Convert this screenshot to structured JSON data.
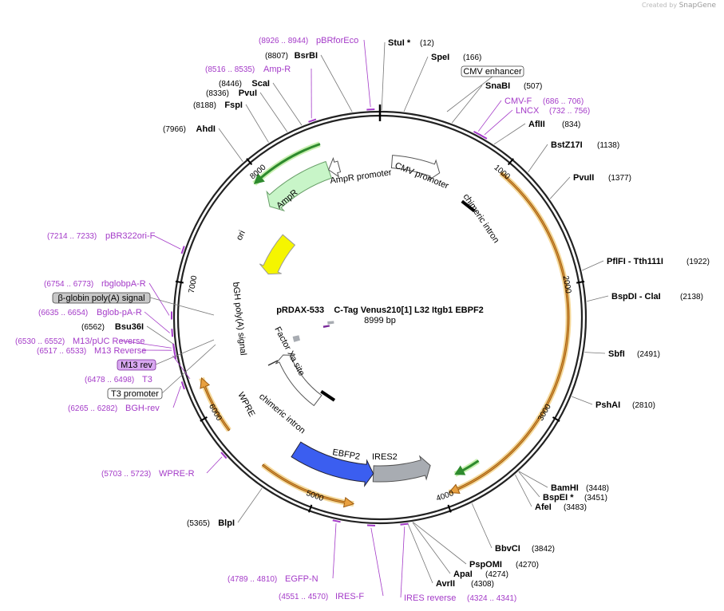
{
  "watermark": {
    "prefix": "Created by",
    "brand": "SnapGene"
  },
  "map": {
    "title": "pRDAX-533    C-Tag Venus210[1] L32 Itgb1 EBPF2",
    "length_label": "8999 bp",
    "total_bp": 8999
  },
  "ticks": [
    {
      "bp": 1000,
      "label": "1000"
    },
    {
      "bp": 2000,
      "label": "2000"
    },
    {
      "bp": 3000,
      "label": "3000"
    },
    {
      "bp": 4000,
      "label": "4000"
    },
    {
      "bp": 5000,
      "label": "5000"
    },
    {
      "bp": 6000,
      "label": "6000"
    },
    {
      "bp": 7000,
      "label": "7000"
    },
    {
      "bp": 8000,
      "label": "8000"
    }
  ],
  "enzymes": [
    {
      "name": "StuI *",
      "pos": "(12)",
      "bp": 12
    },
    {
      "name": "SpeI",
      "pos": "(166)",
      "bp": 166
    },
    {
      "name": "SnaBI",
      "pos": "(507)",
      "bp": 507
    },
    {
      "name": "AflII",
      "pos": "(834)",
      "bp": 834
    },
    {
      "name": "BstZ17I",
      "pos": "(1138)",
      "bp": 1138
    },
    {
      "name": "PvuII",
      "pos": "(1377)",
      "bp": 1377
    },
    {
      "name": "PflFI  - Tth111I",
      "pos": "(1922)",
      "bp": 1922
    },
    {
      "name": "BspDI  - ClaI",
      "pos": "(2138)",
      "bp": 2138
    },
    {
      "name": "SbfI",
      "pos": "(2491)",
      "bp": 2491
    },
    {
      "name": "PshAI",
      "pos": "(2810)",
      "bp": 2810
    },
    {
      "name": "BamHI",
      "pos": "(3448)",
      "bp": 3448
    },
    {
      "name": "BspEI *",
      "pos": "(3451)",
      "bp": 3451
    },
    {
      "name": "AfeI",
      "pos": "(3483)",
      "bp": 3483
    },
    {
      "name": "BbvCI",
      "pos": "(3842)",
      "bp": 3842
    },
    {
      "name": "PspOMI",
      "pos": "(4270)",
      "bp": 4270
    },
    {
      "name": "ApaI",
      "pos": "(4274)",
      "bp": 4274
    },
    {
      "name": "AvrII",
      "pos": "(4308)",
      "bp": 4308
    },
    {
      "name": "BlpI",
      "pos": "(5365)",
      "bp": 5365
    },
    {
      "name": "Bsu36I",
      "pos": "(6562)",
      "bp": 6562
    },
    {
      "name": "AhdI",
      "pos": "(7966)",
      "bp": 7966
    },
    {
      "name": "FspI",
      "pos": "(8188)",
      "bp": 8188
    },
    {
      "name": "PvuI",
      "pos": "(8336)",
      "bp": 8336
    },
    {
      "name": "ScaI",
      "pos": "(8446)",
      "bp": 8446
    },
    {
      "name": "BsrBI",
      "pos": "(8807)",
      "bp": 8807
    }
  ],
  "primers": [
    {
      "name": "pBRforEco",
      "pos": "(8926 .. 8944)",
      "bp": 8935
    },
    {
      "name": "Amp-R",
      "pos": "(8516 .. 8535)",
      "bp": 8525
    },
    {
      "name": "CMV-F",
      "pos": "(686 .. 706)",
      "bp": 696
    },
    {
      "name": "LNCX",
      "pos": "(732 .. 756)",
      "bp": 744
    },
    {
      "name": "pBR322ori-F",
      "pos": "(7214 .. 7233)",
      "bp": 7223
    },
    {
      "name": "rbglobpA-R",
      "pos": "(6754 .. 6773)",
      "bp": 6763
    },
    {
      "name": "Bglob-pA-R",
      "pos": "(6635 .. 6654)",
      "bp": 6644
    },
    {
      "name": "M13/pUC Reverse",
      "pos": "(6530 .. 6552)",
      "bp": 6541
    },
    {
      "name": "M13 Reverse",
      "pos": "(6517 .. 6533)",
      "bp": 6525
    },
    {
      "name": "T3",
      "pos": "(6478 .. 6498)",
      "bp": 6488
    },
    {
      "name": "BGH-rev",
      "pos": "(6265 .. 6282)",
      "bp": 6273
    },
    {
      "name": "WPRE-R",
      "pos": "(5703 .. 5723)",
      "bp": 5713
    },
    {
      "name": "EGFP-N",
      "pos": "(4789 .. 4810)",
      "bp": 4800
    },
    {
      "name": "IRES-F",
      "pos": "(4551 .. 4570)",
      "bp": 4560
    },
    {
      "name": "IRES reverse",
      "pos": "(4324 .. 4341)",
      "bp": 4332
    }
  ],
  "boxed_labels": {
    "cmv_enhancer": "CMV enhancer",
    "beta_globin": "β-globin poly(A) signal",
    "m13_rev": "M13 rev",
    "t3_promoter": "T3 promoter"
  },
  "feature_labels": {
    "ampr_promoter": "AmpR promoter",
    "cmv_promoter": "CMV promoter",
    "chimeric_intron_1": "chimeric intron",
    "ampr": "AmpR",
    "ori": "ori",
    "bgh": "bGH poly(A) signal",
    "factor_xa": "Factor Xa site",
    "wpre": "WPRE",
    "chimeric_intron_2": "chimeric intron",
    "ebfp2": "EBFP2",
    "ires2": "IRES2"
  },
  "colors": {
    "backbone": "#222222",
    "primer": "#a43bc8",
    "ampr": "#c8f5c8",
    "ori": "#f5f500",
    "ebfp2": "#3b5ef0",
    "ires": "#a8acb2",
    "orf_orange": "#e8a040",
    "orf_green": "#2e8b2e"
  }
}
